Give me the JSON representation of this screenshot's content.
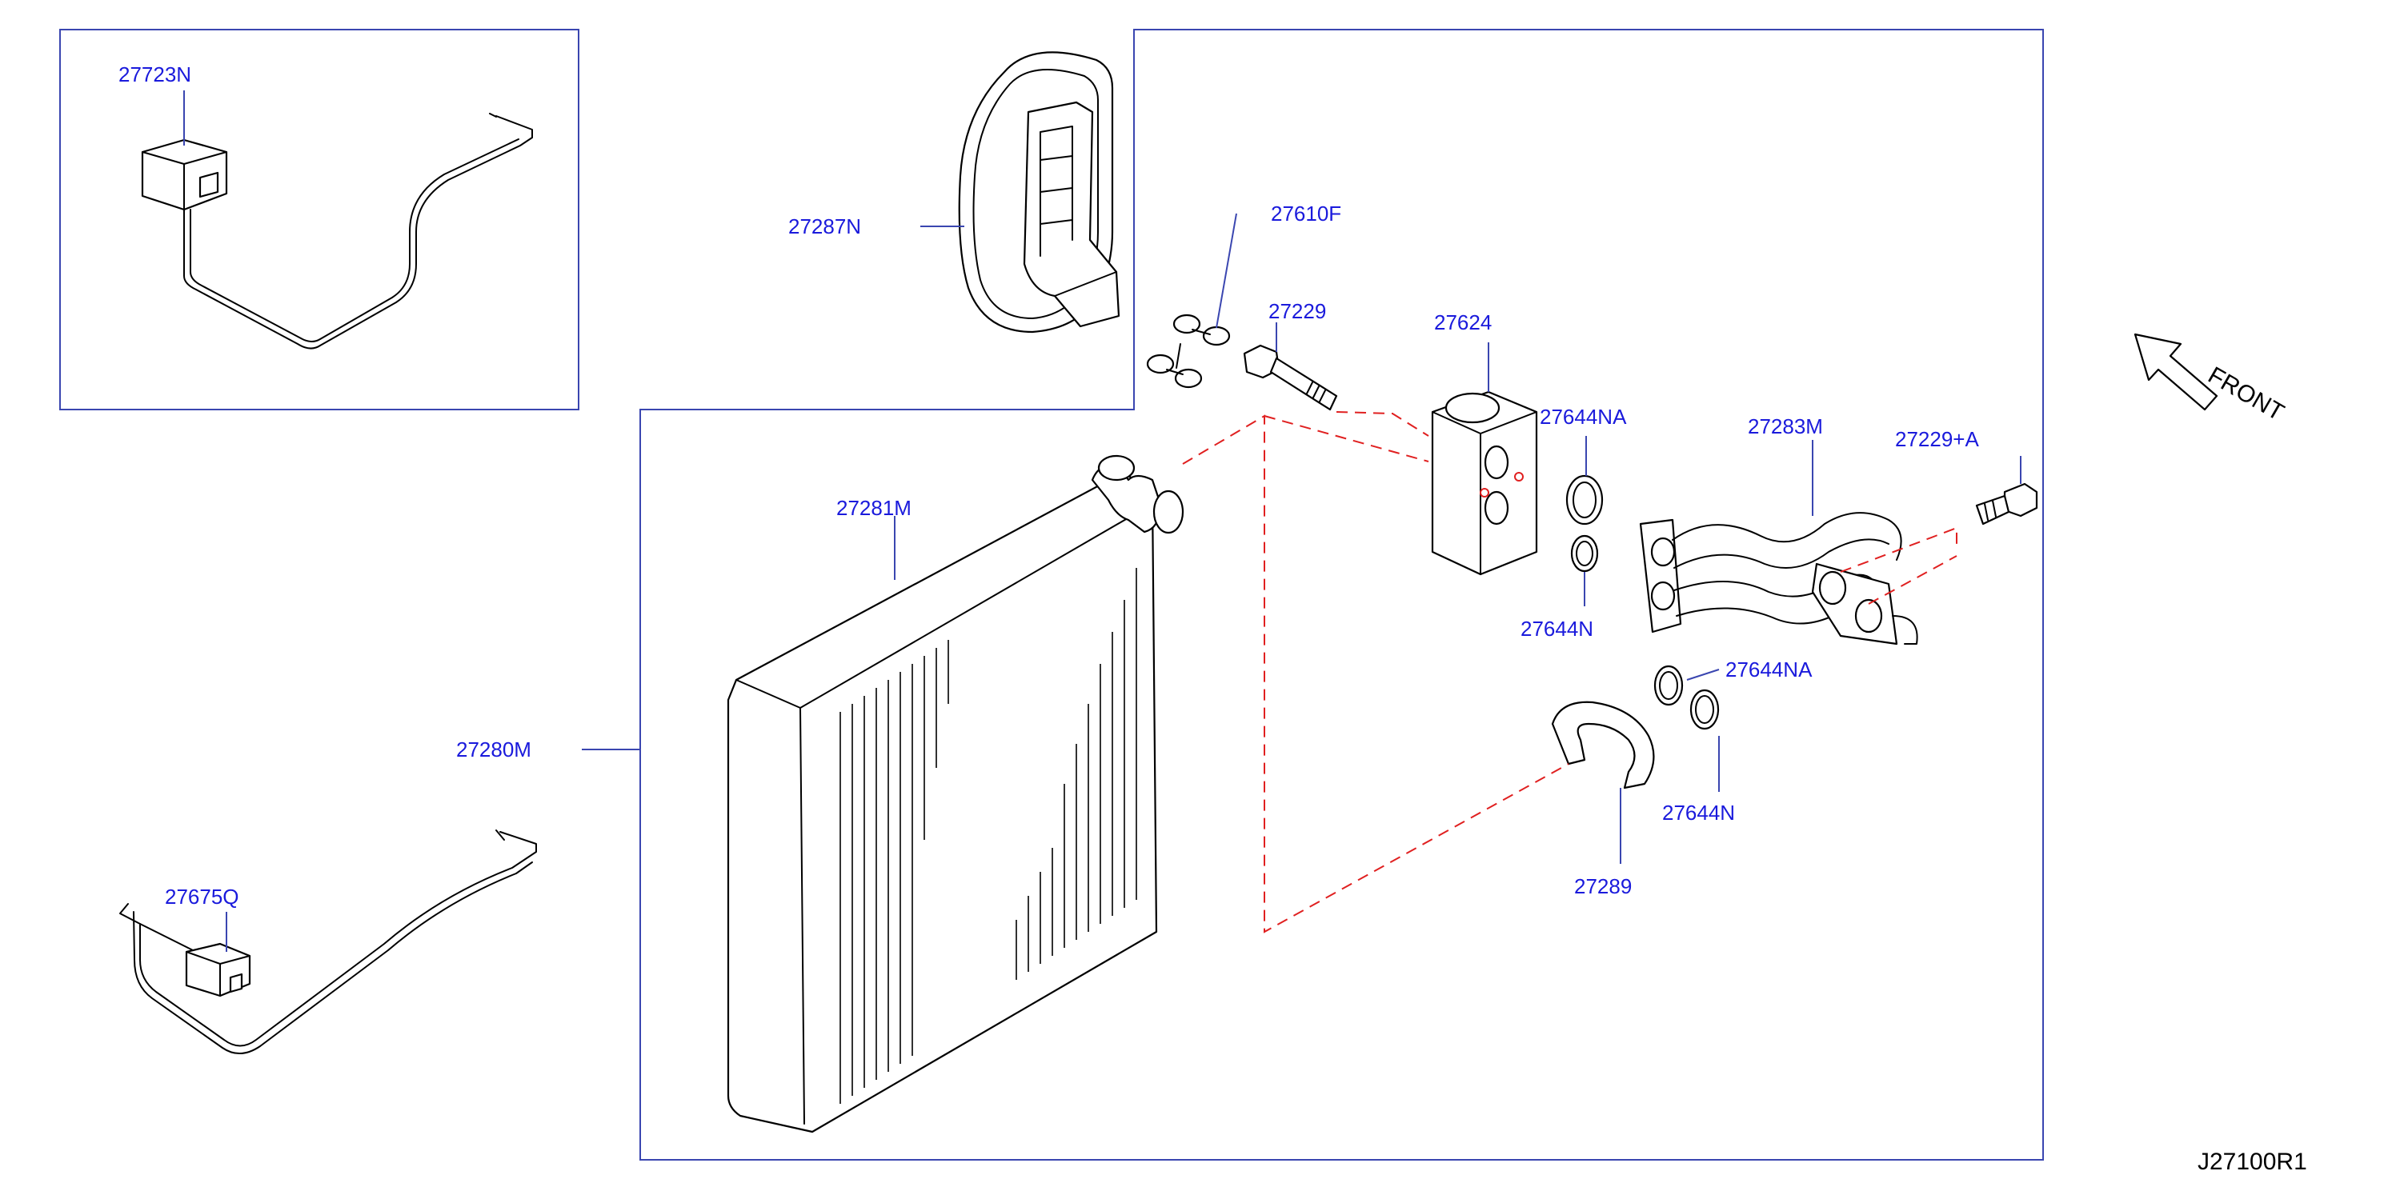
{
  "labels": {
    "p27723N": "27723N",
    "p27287N": "27287N",
    "p27610F": "27610F",
    "p27229": "27229",
    "p27624": "27624",
    "p27644NA_top": "27644NA",
    "p27283M": "27283M",
    "p27229A": "27229+A",
    "p27281M": "27281M",
    "p27644N_top": "27644N",
    "p27644NA_bottom": "27644NA",
    "p27280M": "27280M",
    "p27644N_bottom": "27644N",
    "p27675Q": "27675Q",
    "p27289": "27289"
  },
  "front_label": "FRONT",
  "ref_code": "J27100R1",
  "colors": {
    "label_text": "#1a1adc",
    "frame_lines": "#3a46b0",
    "dashed_guides": "#e02020",
    "part_outline": "#000000"
  },
  "icons": {
    "front_arrow": "arrow-up-left-icon"
  }
}
